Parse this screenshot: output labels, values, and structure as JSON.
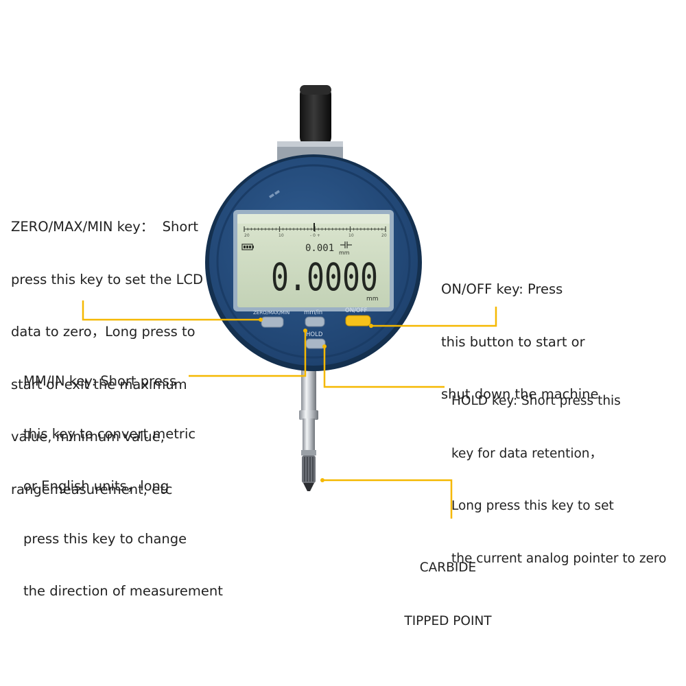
{
  "colors": {
    "accent": "#f5b800",
    "dial_body": "#244a79",
    "lcd": "#cfdcc2",
    "on_off_button": "#f7c21a",
    "label_text": "#222222"
  },
  "lcd": {
    "reading": "0.0000",
    "resolution": "0.001",
    "unit_small": "mm",
    "unit_main": "mm",
    "scale_ticks": [
      "20",
      "10",
      "- 0 +",
      "10",
      "20"
    ]
  },
  "buttons": {
    "zero_max_min": "ZERO/MAX/MIN",
    "mm_in": "mm/in",
    "hold": "HOLD",
    "on_off": "ON/OFF"
  },
  "annotations": {
    "zero_key": [
      "ZERO/MAX/MIN key：  Short",
      "press this key to set the LCD",
      "data to zero，Long press to",
      "start or exit the maximum",
      "value, minimum value,",
      "rangemeasurement, etc"
    ],
    "on_off_key": [
      "ON/OFF key: Press",
      "this button to start or",
      "shut down the machine"
    ],
    "mm_in_key": [
      "MM/IN key: Short press",
      "this key to convert metric",
      "or English units，long",
      "press this key to change",
      "the direction of measurement"
    ],
    "hold_key": [
      "HOLD key: Short press this",
      "key for data retention，",
      "Long press this key to set",
      "the current analog pointer to zero"
    ],
    "carbide": [
      "CARBIDE",
      "TIPPED POINT"
    ]
  }
}
